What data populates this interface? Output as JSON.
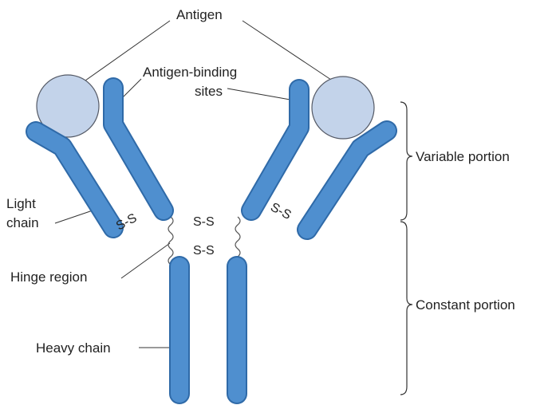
{
  "colors": {
    "chain": "#4f8fcf",
    "chain_outline": "#2f6aa8",
    "antigen": "#c3d3ea",
    "antigen_outline": "#555a66",
    "text": "#222222"
  },
  "labels": {
    "antigen": "Antigen",
    "binding_sites_line1": "Antigen-binding",
    "binding_sites_line2": "sites",
    "variable_portion": "Variable portion",
    "constant_portion": "Constant portion",
    "light_chain_line1": "Light",
    "light_chain_line2": "chain",
    "hinge_region": "Hinge region",
    "heavy_chain": "Heavy chain",
    "disulfide_left": "S-S",
    "disulfide_right": "S-S",
    "disulfide_hinge_top": "S-S",
    "disulfide_hinge_bottom": "S-S"
  }
}
